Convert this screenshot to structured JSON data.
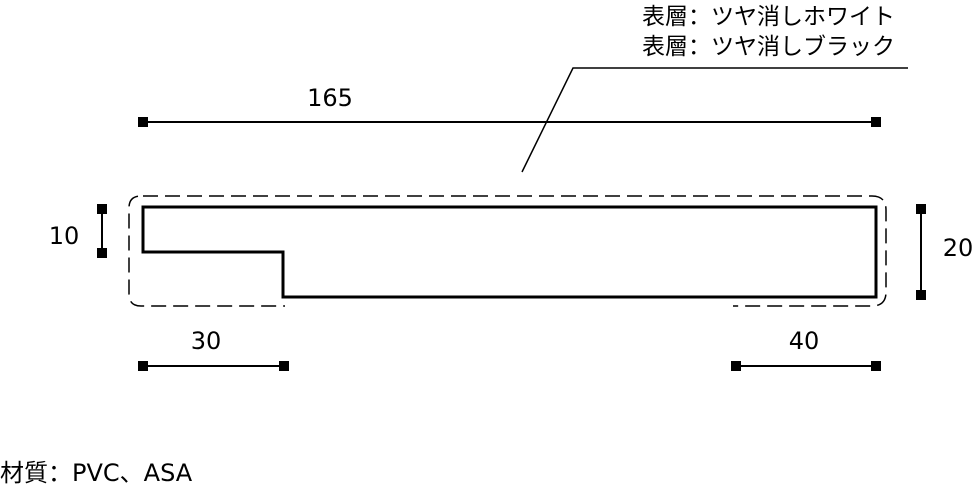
{
  "finish_notes": [
    "表層：ツヤ消しホワイト",
    "表層：ツヤ消しブラック"
  ],
  "dimensions": {
    "total_width": "165",
    "left_thickness": "10",
    "right_height": "20",
    "left_step": "30",
    "right_segment": "40"
  },
  "material": "材質：PVC、ASA"
}
